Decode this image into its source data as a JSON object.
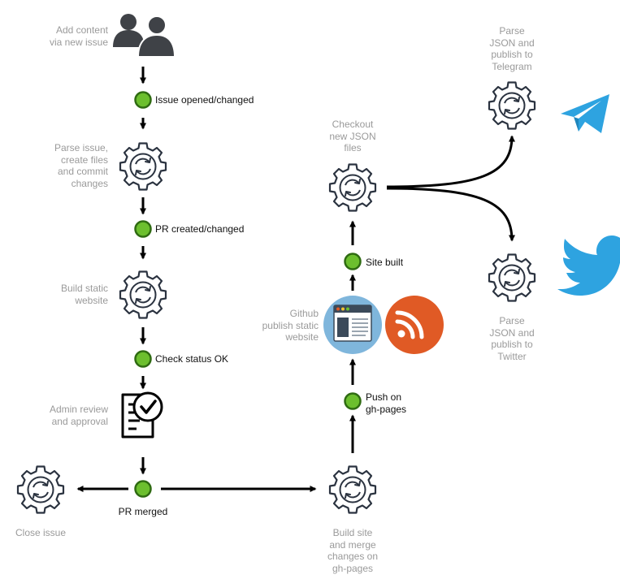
{
  "colors": {
    "gear": "#2b3340",
    "arrow": "#000000",
    "dot_fill": "#6cbf2e",
    "dot_stroke": "#2f6b12",
    "label": "#9a9a9a",
    "label_dark": "#111111",
    "users_icon": "#3f4247",
    "browser_circle": "#7fb6dc",
    "rss_circle": "#e05a25",
    "telegram": "#2ea3e0",
    "twitter": "#2ea3e0"
  },
  "icons": {
    "users": "users-icon",
    "gear": "gear-icon",
    "review": "document-check-icon",
    "browser": "browser-window-icon",
    "rss": "rss-icon",
    "telegram": "telegram-icon",
    "twitter": "twitter-icon"
  },
  "steps": {
    "add_content": [
      "Add content",
      "via new issue"
    ],
    "parse_issue": [
      "Parse issue,",
      "create files",
      "and commit",
      "changes"
    ],
    "build_static": [
      "Build static",
      "website"
    ],
    "admin_review": [
      "Admin review",
      "and approval"
    ],
    "close_issue": [
      "Close issue"
    ],
    "build_merge": [
      "Build site",
      "and merge",
      "changes on",
      "gh-pages"
    ],
    "github_publish": [
      "Github",
      "publish static",
      "website"
    ],
    "checkout_json": [
      "Checkout",
      "new JSON",
      "files"
    ],
    "publish_telegram": [
      "Parse",
      "JSON and",
      "publish to",
      "Telegram"
    ],
    "publish_twitter": [
      "Parse",
      "JSON and",
      "publish to",
      "Twitter"
    ]
  },
  "events": {
    "issue_opened": "Issue opened/changed",
    "pr_created": "PR created/changed",
    "check_status": "Check status OK",
    "pr_merged": "PR merged",
    "push_gh_pages": [
      "Push on",
      "gh-pages"
    ],
    "site_built": "Site built"
  }
}
